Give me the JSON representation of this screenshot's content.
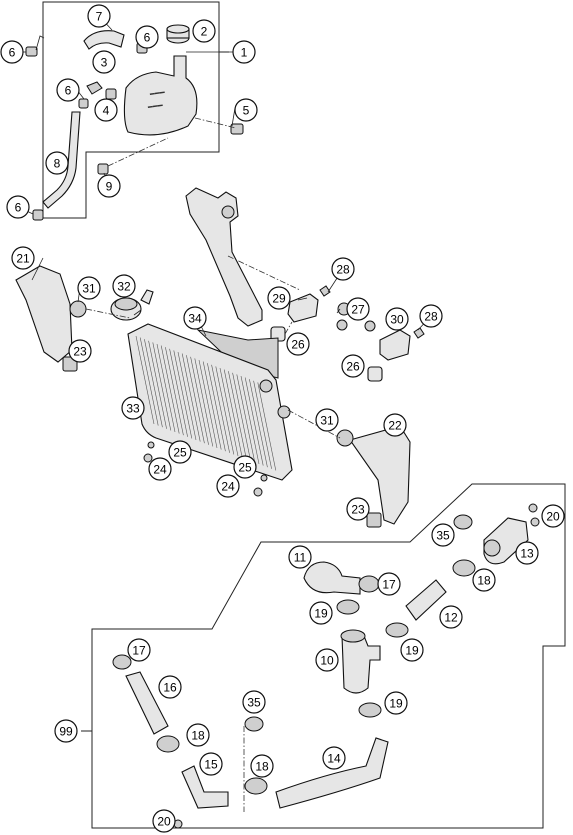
{
  "callouts": [
    {
      "key": "c1",
      "label": "1"
    },
    {
      "key": "c2",
      "label": "2"
    },
    {
      "key": "c3",
      "label": "3"
    },
    {
      "key": "c4",
      "label": "4"
    },
    {
      "key": "c5",
      "label": "5"
    },
    {
      "key": "c6a",
      "label": "6"
    },
    {
      "key": "c6b",
      "label": "6"
    },
    {
      "key": "c6c",
      "label": "6"
    },
    {
      "key": "c6d",
      "label": "6"
    },
    {
      "key": "c7",
      "label": "7"
    },
    {
      "key": "c8",
      "label": "8"
    },
    {
      "key": "c9",
      "label": "9"
    },
    {
      "key": "c10",
      "label": "10"
    },
    {
      "key": "c11",
      "label": "11"
    },
    {
      "key": "c12",
      "label": "12"
    },
    {
      "key": "c13",
      "label": "13"
    },
    {
      "key": "c14",
      "label": "14"
    },
    {
      "key": "c15",
      "label": "15"
    },
    {
      "key": "c16",
      "label": "16"
    },
    {
      "key": "c17a",
      "label": "17"
    },
    {
      "key": "c17b",
      "label": "17"
    },
    {
      "key": "c18a",
      "label": "18"
    },
    {
      "key": "c18b",
      "label": "18"
    },
    {
      "key": "c18c",
      "label": "18"
    },
    {
      "key": "c19a",
      "label": "19"
    },
    {
      "key": "c19b",
      "label": "19"
    },
    {
      "key": "c19c",
      "label": "19"
    },
    {
      "key": "c20a",
      "label": "20"
    },
    {
      "key": "c20b",
      "label": "20"
    },
    {
      "key": "c21",
      "label": "21"
    },
    {
      "key": "c22",
      "label": "22"
    },
    {
      "key": "c23a",
      "label": "23"
    },
    {
      "key": "c23b",
      "label": "23"
    },
    {
      "key": "c24a",
      "label": "24"
    },
    {
      "key": "c24b",
      "label": "24"
    },
    {
      "key": "c25a",
      "label": "25"
    },
    {
      "key": "c25b",
      "label": "25"
    },
    {
      "key": "c26a",
      "label": "26"
    },
    {
      "key": "c26b",
      "label": "26"
    },
    {
      "key": "c27",
      "label": "27"
    },
    {
      "key": "c28a",
      "label": "28"
    },
    {
      "key": "c28b",
      "label": "28"
    },
    {
      "key": "c29",
      "label": "29"
    },
    {
      "key": "c30",
      "label": "30"
    },
    {
      "key": "c31a",
      "label": "31"
    },
    {
      "key": "c31b",
      "label": "31"
    },
    {
      "key": "c32",
      "label": "32"
    },
    {
      "key": "c33",
      "label": "33"
    },
    {
      "key": "c34",
      "label": "34"
    },
    {
      "key": "c35a",
      "label": "35"
    },
    {
      "key": "c35b",
      "label": "35"
    },
    {
      "key": "c99",
      "label": "99"
    }
  ]
}
